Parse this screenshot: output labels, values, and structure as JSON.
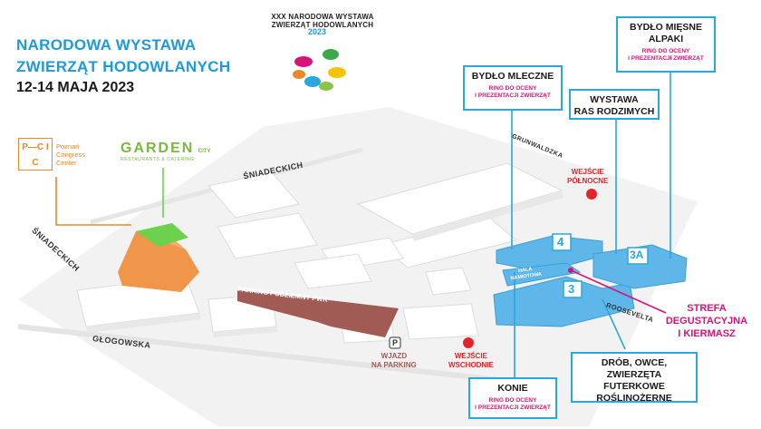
{
  "header": {
    "title_line1": "NARODOWA WYSTAWA",
    "title_line2": "ZWIERZĄT HODOWLANYCH",
    "dates": "12-14 MAJA 2023"
  },
  "logo": {
    "ring_text": "XXX NARODOWA WYSTAWA ZWIERZĄT HODOWLANYCH",
    "year": "2023"
  },
  "brands": {
    "pcc_mark": "P—C I C",
    "pcc_line1": "Poznań",
    "pcc_line2": "Congress",
    "pcc_line3": "Center",
    "garden_name": "GARDEN",
    "garden_city": "CITY",
    "garden_sub": "RESTAURANTS & CATERING"
  },
  "streets": {
    "sniadeckich_top": "ŚNIADECKICH",
    "sniadeckich_left": "ŚNIADECKICH",
    "glogowska": "GŁOGOWSKA",
    "grunwaldzka": "GRUNWALDZKA",
    "roosevelta": "ROOSEVELTA"
  },
  "places": {
    "parking": "PARKING PODZIEMNY PWK",
    "parking_icon": "P",
    "wjazd": "WJAZD",
    "na_parking": "NA PARKING",
    "north_entry_1": "WEJŚCIE",
    "north_entry_2": "PÓŁNOCNE",
    "east_entry_1": "WEJŚCIE",
    "east_entry_2": "WSCHODNIE",
    "hala_1": "HALA",
    "hala_2": "NAMIOTOWA",
    "pav4": "4",
    "pav3": "3",
    "pav3a": "3A"
  },
  "callouts": {
    "bydlo_mleczne": {
      "title": "BYDŁO MLECZNE",
      "sub1": "RING DO OCENY",
      "sub2": "I PREZENTACJI ZWIERZĄT"
    },
    "bydlo_miesne": {
      "title1": "BYDŁO MIĘSNE",
      "title2": "ALPAKI",
      "sub1": "RING DO OCENY",
      "sub2": "I PREZENTACJI ZWIERZĄT"
    },
    "wystawa": {
      "title1": "WYSTAWA",
      "title2": "RAS RODZIMYCH"
    },
    "konie": {
      "title": "KONIE",
      "sub1": "RING DO OCENY",
      "sub2": "I PREZENTACJI ZWIERZĄT"
    },
    "drob": {
      "title1": "DRÓB, OWCE,",
      "title2": "ZWIERZĘTA FUTERKOWE",
      "title3": "ROŚLINOŻERNE"
    },
    "strefa": {
      "line1": "STREFA",
      "line2": "DEGUSTACYJNA",
      "line3": "I KIERMASZ"
    }
  },
  "colors": {
    "accent_blue": "#1e9bd7",
    "pavilion_blue": "#5fb6e8",
    "pcc_orange": "#f0964a",
    "garden_green": "#6cd14c",
    "parking_brown": "#a15b55",
    "magenta": "#d6137a",
    "entry_red": "#e0262b"
  }
}
